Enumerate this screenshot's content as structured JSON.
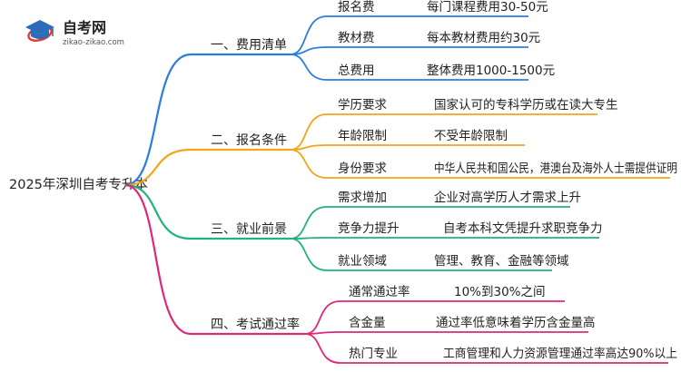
{
  "logo": {
    "name": "自考网",
    "url": "zikao-zikao.com",
    "colors": {
      "cap": "#2b6cb8",
      "ring": "#e53935"
    }
  },
  "root": {
    "label": "2025年深圳自考专升本"
  },
  "branches": [
    {
      "label": "一、费用清单",
      "color": "#2a7de1",
      "items": [
        {
          "key": "报名费",
          "value": "每门课程费用30-50元"
        },
        {
          "key": "教材费",
          "value": "每本教材费用约30元"
        },
        {
          "key": "总费用",
          "value": "整体费用1000-1500元"
        }
      ]
    },
    {
      "label": "二、报名条件",
      "color": "#f2a516",
      "items": [
        {
          "key": "学历要求",
          "value": "国家认可的专科学历或在读大专生"
        },
        {
          "key": "年龄限制",
          "value": "不受年龄限制"
        },
        {
          "key": "身份要求",
          "value": "中华人民共和国公民，港澳台及海外人士需提供证明"
        }
      ]
    },
    {
      "label": "三、就业前景",
      "color": "#21b37a",
      "items": [
        {
          "key": "需求增加",
          "value": "企业对高学历人才需求上升"
        },
        {
          "key": "竞争力提升",
          "value": "自考本科文凭提升求职竞争力"
        },
        {
          "key": "就业领域",
          "value": "管理、教育、金融等领域"
        }
      ]
    },
    {
      "label": "四、考试通过率",
      "color": "#e0287a",
      "items": [
        {
          "key": "通常通过率",
          "value": "10%到30%之间"
        },
        {
          "key": "含金量",
          "value": "通过率低意味着学历含金量高"
        },
        {
          "key": "热门专业",
          "value": "工商管理和人力资源管理通过率高达90%以上"
        }
      ]
    }
  ]
}
